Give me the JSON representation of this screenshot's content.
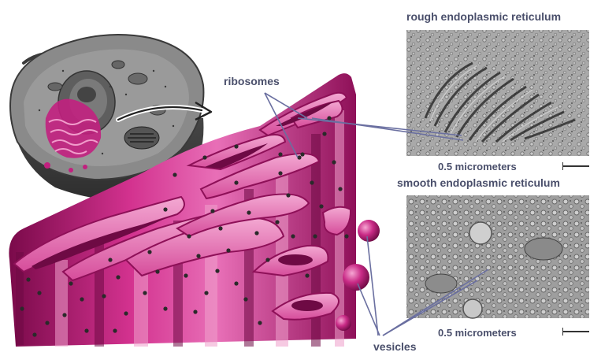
{
  "labels": {
    "ribosomes": "ribosomes",
    "vesicles": "vesicles",
    "rough_er": "rough endoplasmic reticulum",
    "smooth_er": "smooth endoplasmic reticulum",
    "scale_top": "0.5 micrometers",
    "scale_bottom": "0.5 micrometers"
  },
  "colors": {
    "er_magenta": "#c2207f",
    "er_light": "#e86fb7",
    "er_dark": "#7a0a4a",
    "cell_gray": "#6b6b6b",
    "label_text": "#4a4f6b",
    "pointer_line": "#6a6fa0",
    "ribosome": "#2a2a2a"
  }
}
